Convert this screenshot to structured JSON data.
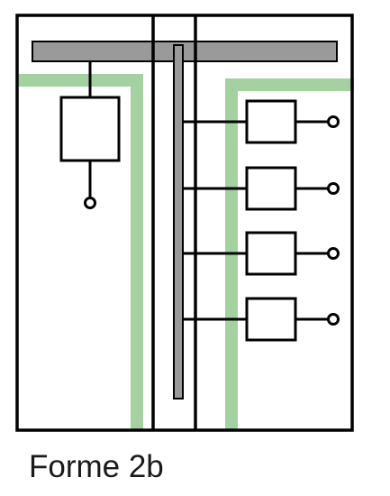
{
  "caption": "Forme 2b",
  "colors": {
    "frame": "#000000",
    "busbar": "#9a9a9a",
    "separation": "#a3d1a0",
    "background": "#ffffff"
  },
  "elements": {
    "main_busbar": "horizontal-busbar",
    "distribution_busbar": "vertical-busbar",
    "incoming_unit": "incoming-device-box",
    "outgoing_units": [
      "outgoing-device-box-1",
      "outgoing-device-box-2",
      "outgoing-device-box-3",
      "outgoing-device-box-4"
    ],
    "terminals": "terminal-circle"
  }
}
